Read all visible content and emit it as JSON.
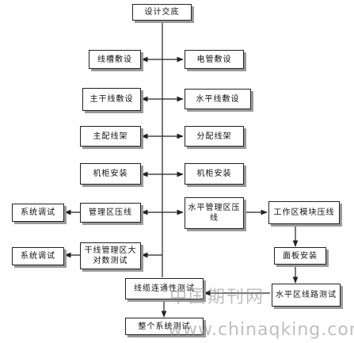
{
  "nodes": {
    "design": "设计交底",
    "trunking": "线槽敷设",
    "conduit": "电管敷设",
    "backbone_cable": "主干线敷设",
    "horizontal_cable": "水平线敷设",
    "main_frame": "主配线架",
    "dist_frame": "分配线架",
    "cabinet_left": "机柜安装",
    "cabinet_right": "机柜安装",
    "sys_test_1": "系统调试",
    "mgmt_crimp": "管理区压线",
    "horiz_mgmt_crimp": "水平管理区压线",
    "work_area_crimp": "工作区模块压线",
    "sys_test_2": "系统调试",
    "trunk_mgmt_test": "干线管理区大对数测试",
    "faceplate": "面板安装",
    "cable_test": "线缆连通性测试",
    "horiz_line_test": "水平区线路测试",
    "whole_test": "整个系统测试"
  },
  "watermark": {
    "chinese": "中国期刊网",
    "url": "www.chinaqking.com"
  },
  "colors": {
    "line": "#222222",
    "shadow": "#9a9a9a",
    "watermark": "#8a8a8a"
  }
}
